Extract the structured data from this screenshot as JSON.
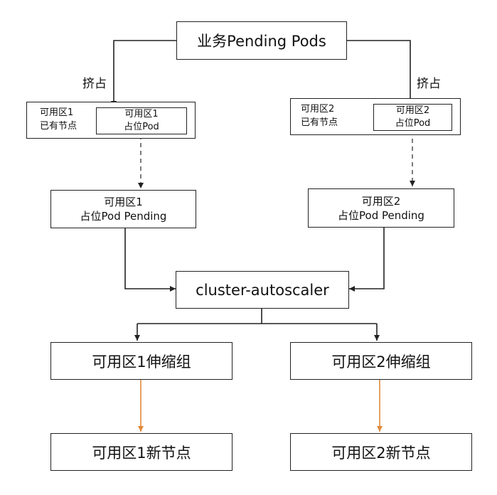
{
  "diagram": {
    "top_box": "业务Pending Pods",
    "preempt_left": "挤占",
    "preempt_right": "挤占",
    "zone1": {
      "outer_line1": "可用区1",
      "outer_line2": "已有节点",
      "inner_line1": "可用区1",
      "inner_line2": "占位Pod",
      "pending_line1": "可用区1",
      "pending_line2": "占位Pod Pending",
      "scaling_group": "可用区1伸缩组",
      "new_node": "可用区1新节点"
    },
    "zone2": {
      "outer_line1": "可用区2",
      "outer_line2": "已有节点",
      "inner_line1": "可用区2",
      "inner_line2": "占位Pod",
      "pending_line1": "可用区2",
      "pending_line2": "占位Pod Pending",
      "scaling_group": "可用区2伸缩组",
      "new_node": "可用区2新节点"
    },
    "autoscaler": "cluster-autoscaler"
  },
  "colors": {
    "line": "#222222",
    "dashed": "#444444",
    "orange_arrow": "#e08a3a"
  }
}
